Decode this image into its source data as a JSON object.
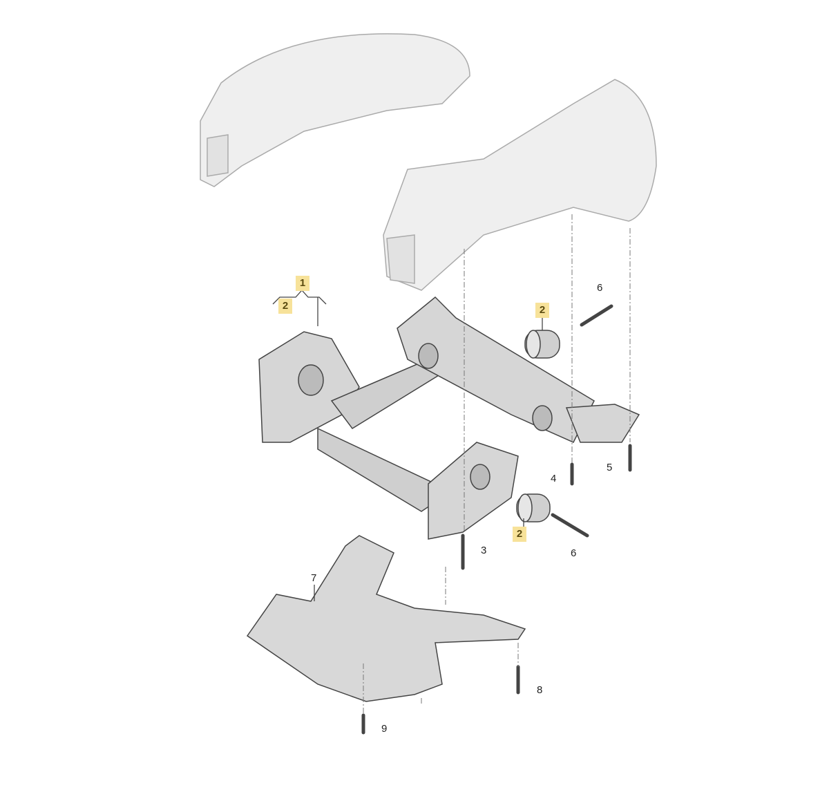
{
  "diagram": {
    "callouts": [
      {
        "id": "c1",
        "text": "1",
        "highlighted": true
      },
      {
        "id": "c2a",
        "text": "2",
        "highlighted": true
      },
      {
        "id": "c2b",
        "text": "2",
        "highlighted": true
      },
      {
        "id": "c2c",
        "text": "2",
        "highlighted": true
      },
      {
        "id": "c3",
        "text": "3",
        "highlighted": false
      },
      {
        "id": "c4",
        "text": "4",
        "highlighted": false
      },
      {
        "id": "c5",
        "text": "5",
        "highlighted": false
      },
      {
        "id": "c6a",
        "text": "6",
        "highlighted": false
      },
      {
        "id": "c6b",
        "text": "6",
        "highlighted": false
      },
      {
        "id": "c7",
        "text": "7",
        "highlighted": false
      },
      {
        "id": "c8",
        "text": "8",
        "highlighted": false
      },
      {
        "id": "c9",
        "text": "9",
        "highlighted": false
      }
    ],
    "colors": {
      "highlight": "#f7e29a",
      "part_fill": "#d8d8d8",
      "part_stroke": "#555555",
      "ghost_fill": "#eeeeee"
    }
  }
}
